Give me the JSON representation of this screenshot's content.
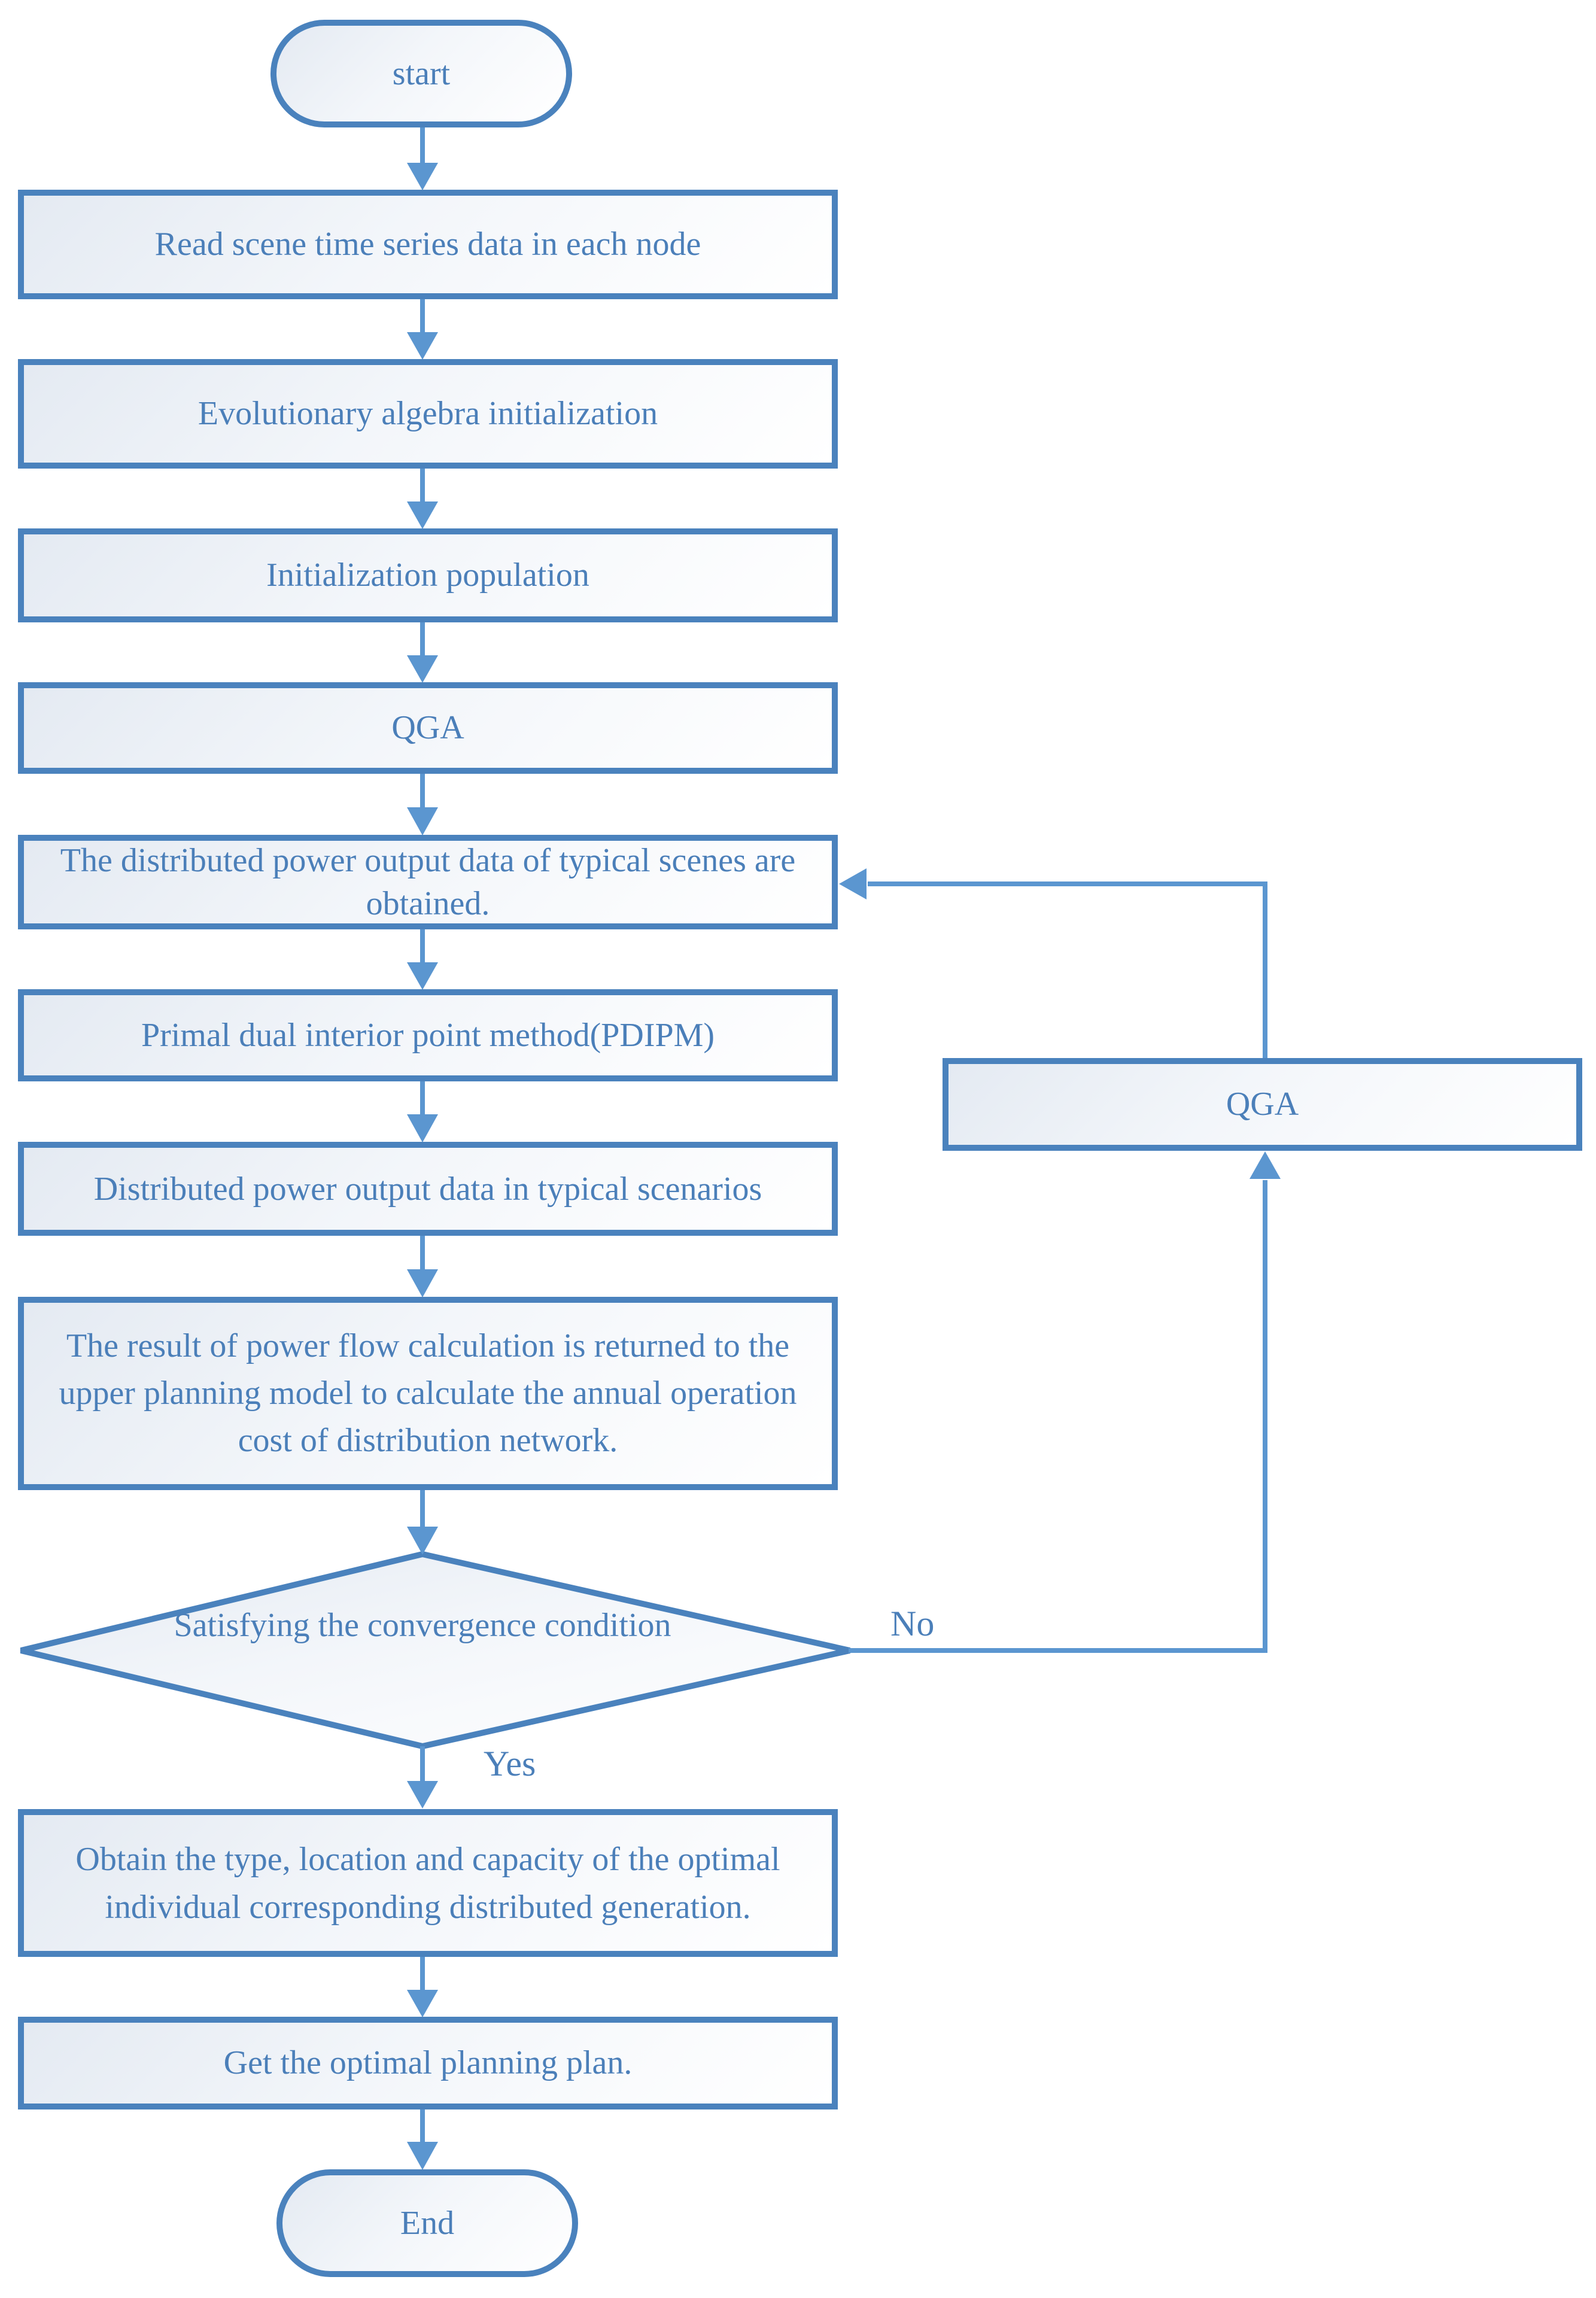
{
  "figure": {
    "type": "flowchart",
    "colors": {
      "shape_border": "#4a82bd",
      "connector": "#5b96d0",
      "text": "#4b7fb9",
      "fill_top_left": "#e4eaf2",
      "fill_bottom_right": "#ffffff"
    },
    "nodes": {
      "start": {
        "shape": "terminator",
        "label": "start"
      },
      "read_data": {
        "shape": "process",
        "label": "Read scene time series data in each node"
      },
      "evolution_init": {
        "shape": "process",
        "label": "Evolutionary algebra initialization"
      },
      "init_population": {
        "shape": "process",
        "label": "Initialization population"
      },
      "qga_main": {
        "shape": "process",
        "label": "QGA"
      },
      "typical_scenes": {
        "shape": "process",
        "label": "The distributed power output data of typical scenes are obtained."
      },
      "pdipm": {
        "shape": "process",
        "label": "Primal dual interior point method(PDIPM)"
      },
      "typical_output": {
        "shape": "process",
        "label": "Distributed power output data in typical scenarios"
      },
      "power_flow_result": {
        "shape": "process",
        "label": "The result of power flow calculation is returned to the upper planning model to calculate the annual operation cost of distribution network."
      },
      "convergence_check": {
        "shape": "decision",
        "label": "Satisfying the convergence condition"
      },
      "qga_loop": {
        "shape": "process",
        "label": "QGA"
      },
      "optimal_individual": {
        "shape": "process",
        "label": "Obtain the type, location and capacity of the optimal individual corresponding distributed generation."
      },
      "optimal_plan": {
        "shape": "process",
        "label": "Get the optimal planning plan."
      },
      "end": {
        "shape": "terminator",
        "label": "End"
      }
    },
    "edge_labels": {
      "yes": "Yes",
      "no": "No"
    }
  }
}
